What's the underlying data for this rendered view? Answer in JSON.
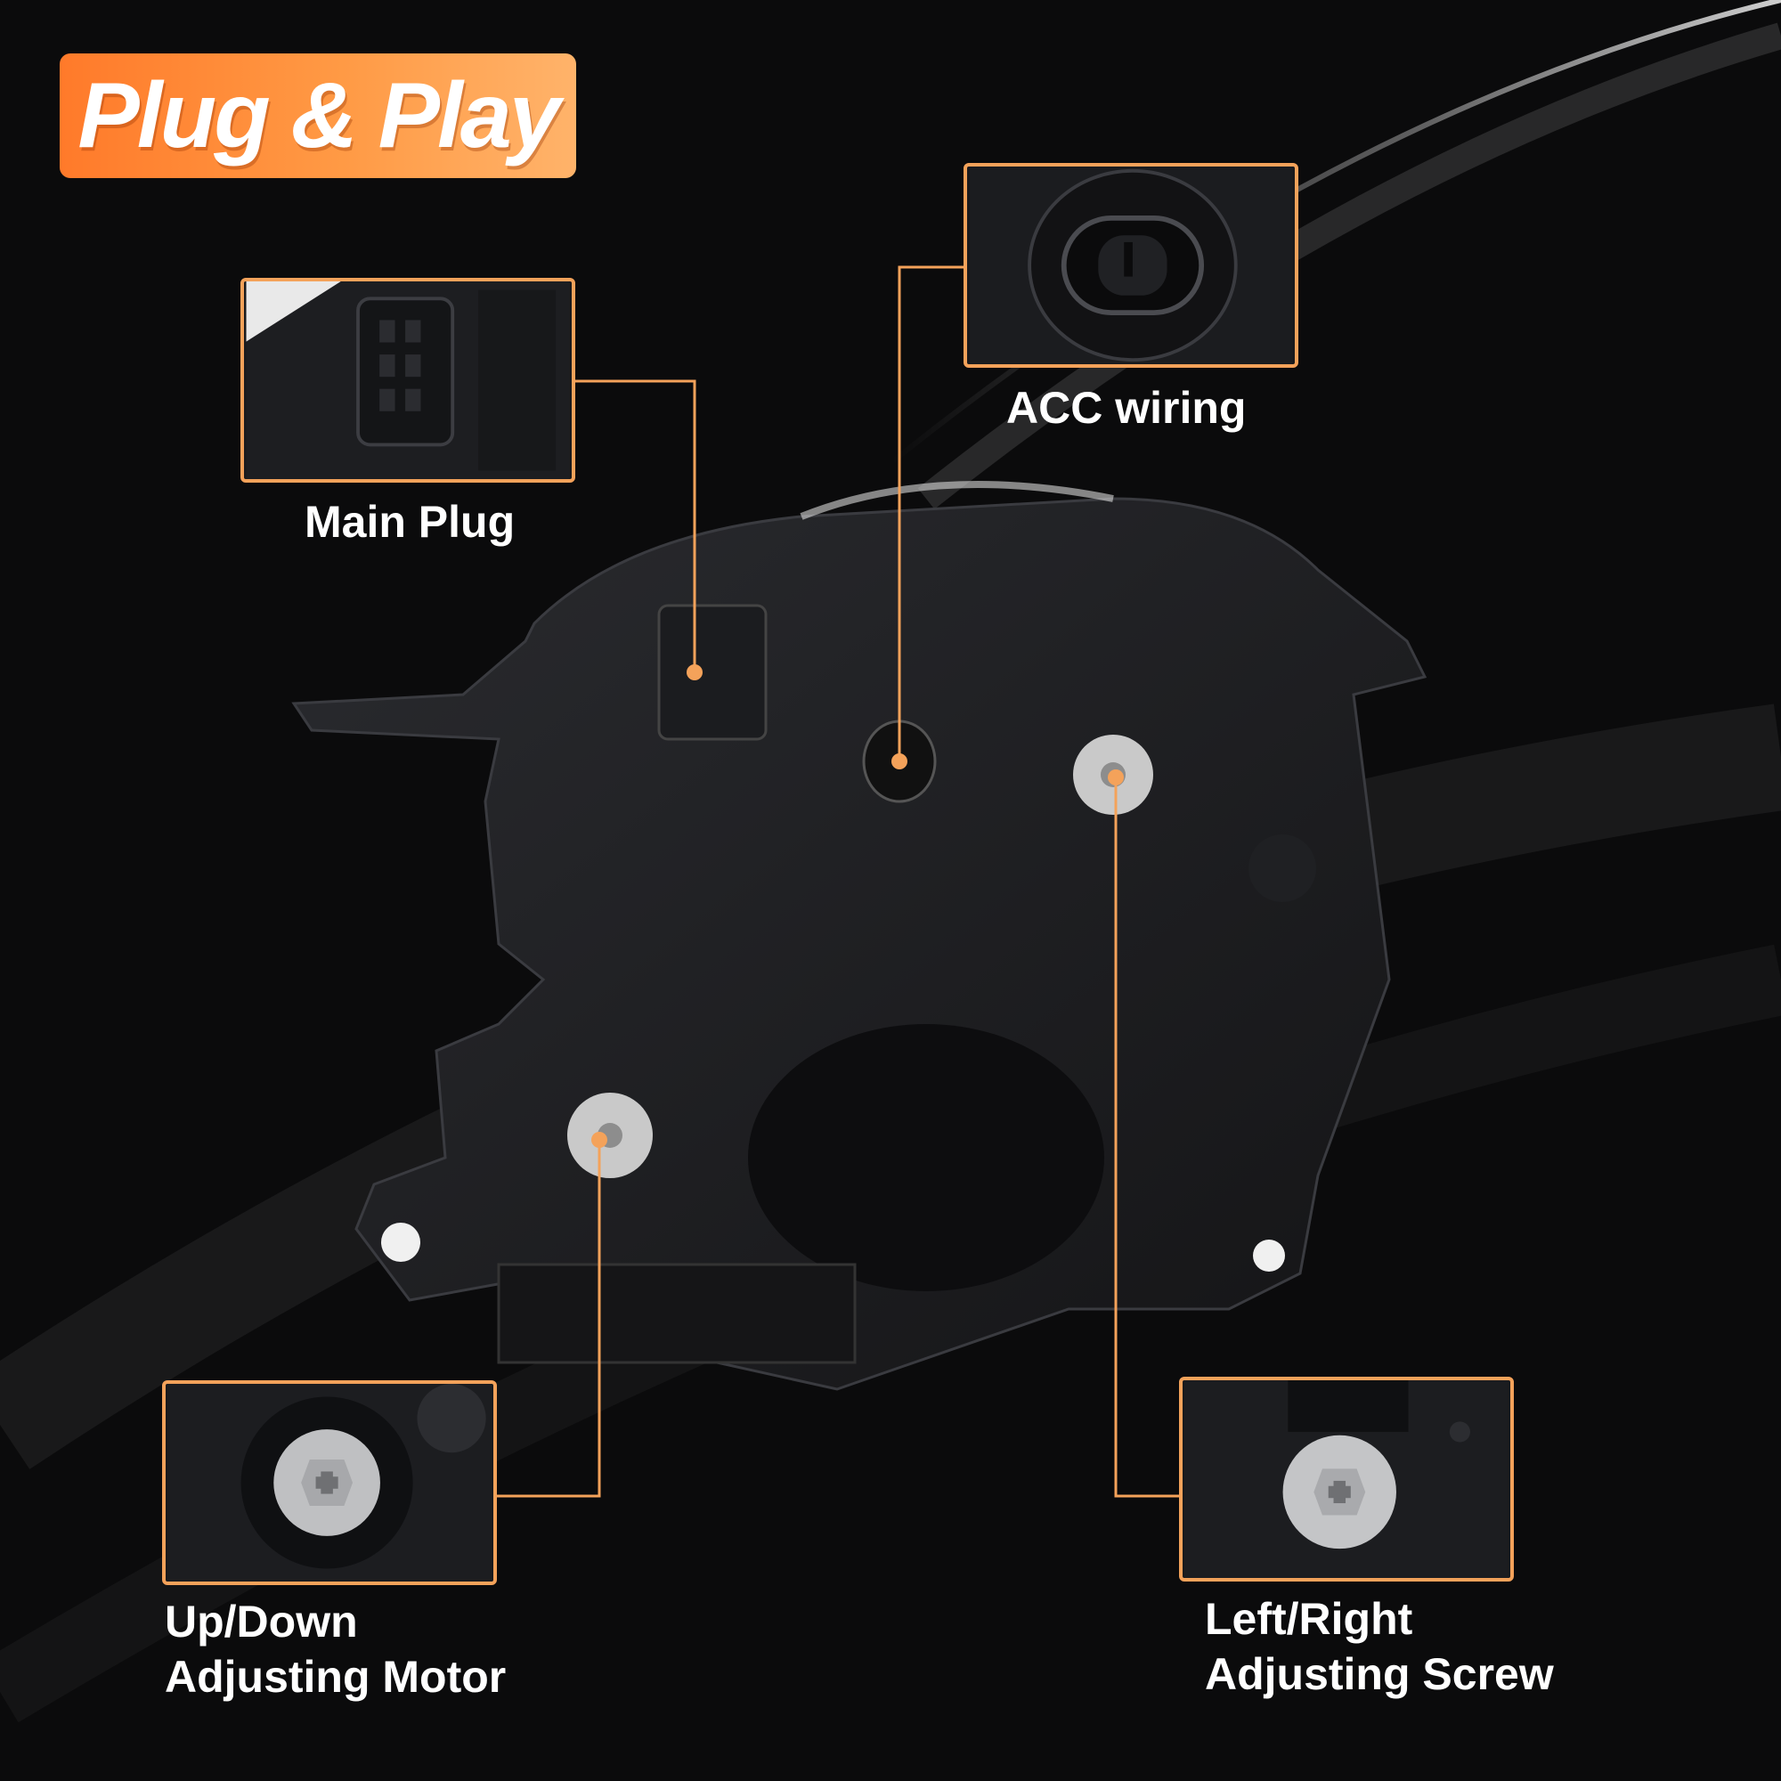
{
  "badge": {
    "title": "Plug & Play"
  },
  "callouts": {
    "main_plug": {
      "label": "Main Plug"
    },
    "acc_wiring": {
      "label": "ACC wiring"
    },
    "up_down": {
      "label_line1": "Up/Down",
      "label_line2": "Adjusting Motor"
    },
    "left_right": {
      "label_line1": "Left/Right",
      "label_line2": "Adjusting Screw"
    }
  },
  "colors": {
    "accent": "#f4a25a",
    "badge_gradient_start": "#ff7a2a",
    "badge_gradient_end": "#ffb36a",
    "background": "#0b0b0c"
  },
  "icons": {
    "product": "headlight-assembly-rear-view",
    "plug": "connector-plug-icon",
    "screw": "adjusting-screw-icon"
  }
}
